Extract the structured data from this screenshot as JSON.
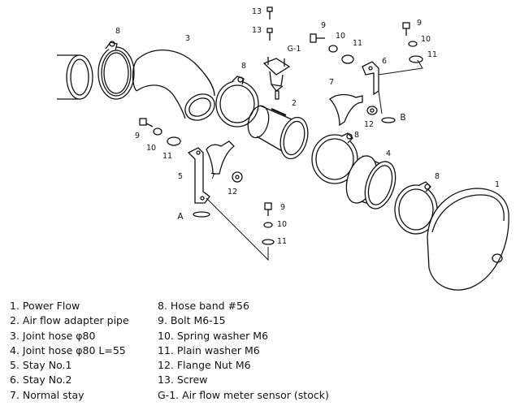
{
  "callouts": {
    "c1": "1",
    "c2": "2",
    "c3": "3",
    "c4": "4",
    "c5": "5",
    "c6": "6",
    "c7a": "7",
    "c7b": "7",
    "c8a": "8",
    "c8b": "8",
    "c8c": "8",
    "c8d": "8",
    "c9a": "9",
    "c9b": "9",
    "c9c": "9",
    "c10a": "10",
    "c10b": "10",
    "c10c": "10",
    "c10d": "10",
    "c11a": "11",
    "c11b": "11",
    "c11c": "11",
    "c11d": "11",
    "c12a": "12",
    "c12b": "12",
    "c13a": "13",
    "c13b": "13",
    "g1": "G-1",
    "markA": "A",
    "markB": "B"
  },
  "legend": {
    "left": [
      "1. Power Flow",
      "2. Air flow adapter pipe",
      "3. Joint hose φ80",
      "4. Joint hose φ80 L=55",
      "5. Stay No.1",
      "6. Stay No.2",
      "7. Normal stay"
    ],
    "right": [
      "8. Hose band #56",
      "9. Bolt M6-15",
      "10. Spring washer M6",
      "11. Plain washer M6",
      "12. Flange Nut M6",
      "13. Screw",
      "G-1. Air flow meter sensor (stock)"
    ]
  }
}
